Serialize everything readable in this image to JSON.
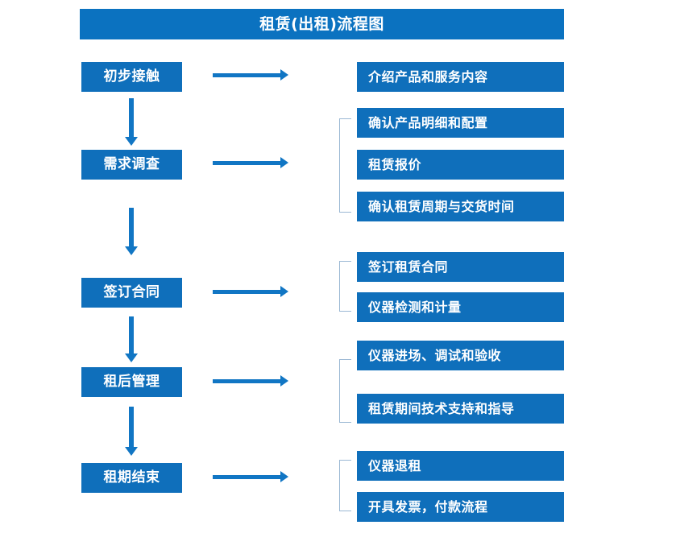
{
  "chart_data": {
    "type": "diagram",
    "title": "租赁(出租)流程图",
    "diagram_kind": "flowchart",
    "orientation": "vertical-with-side-branches",
    "accent_color": "#0f6fbb",
    "title_bar_color": "#0b72c0",
    "arrow_color": "#1176c4",
    "bracket_color": "#9bb8d4",
    "text_color": "#ffffff",
    "stage_count": 5,
    "detail_count": 10
  },
  "title": {
    "text": "租赁(出租)流程图"
  },
  "stages": [
    {
      "id": "stage-1",
      "label": "初步接触",
      "details": [
        {
          "id": "detail-1-1",
          "label": "介绍产品和服务内容"
        }
      ]
    },
    {
      "id": "stage-2",
      "label": "需求调查",
      "details": [
        {
          "id": "detail-2-1",
          "label": "确认产品明细和配置"
        },
        {
          "id": "detail-2-2",
          "label": "租赁报价"
        },
        {
          "id": "detail-2-3",
          "label": "确认租赁周期与交货时间"
        }
      ]
    },
    {
      "id": "stage-3",
      "label": "签订合同",
      "details": [
        {
          "id": "detail-3-1",
          "label": "签订租赁合同"
        },
        {
          "id": "detail-3-2",
          "label": "仪器检测和计量"
        }
      ]
    },
    {
      "id": "stage-4",
      "label": "租后管理",
      "details": [
        {
          "id": "detail-4-1",
          "label": "仪器进场、调试和验收"
        },
        {
          "id": "detail-4-2",
          "label": "租赁期间技术支持和指导"
        }
      ]
    },
    {
      "id": "stage-5",
      "label": "租期结束",
      "details": [
        {
          "id": "detail-5-1",
          "label": "仪器退租"
        },
        {
          "id": "detail-5-2",
          "label": "开具发票，付款流程"
        }
      ]
    }
  ]
}
